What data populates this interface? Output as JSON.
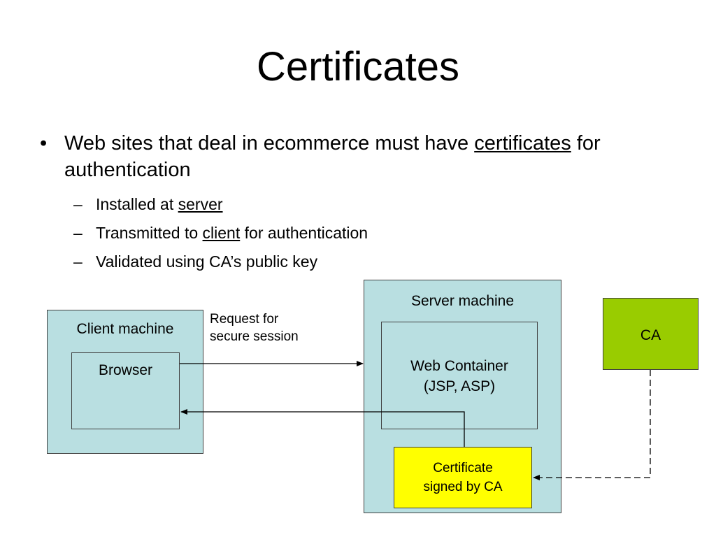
{
  "title": "Certificates",
  "bullets": {
    "main": {
      "mark": "•",
      "text_before": "Web sites that deal in ecommerce must have ",
      "underlined": "certificates",
      "text_after": " for authentication"
    },
    "sub": [
      {
        "mark": "–",
        "text_before": "Installed at ",
        "underlined": "server",
        "text_after": ""
      },
      {
        "mark": "–",
        "text_before": "Transmitted to ",
        "underlined": "client",
        "text_after": " for authentication"
      },
      {
        "mark": "–",
        "text_before": "Validated using CA’s public key",
        "underlined": "",
        "text_after": ""
      }
    ]
  },
  "diagram": {
    "client_machine": "Client machine",
    "browser": "Browser",
    "request_line1": "Request for",
    "request_line2": "secure session",
    "server_machine": "Server machine",
    "web_container_line1": "Web Container",
    "web_container_line2": "(JSP, ASP)",
    "certificate_line1": "Certificate",
    "certificate_line2": "signed by CA",
    "ca": "CA"
  },
  "colors": {
    "machine_fill": "#b9dfe1",
    "certificate_fill": "#ffff00",
    "ca_fill": "#99cc00"
  }
}
